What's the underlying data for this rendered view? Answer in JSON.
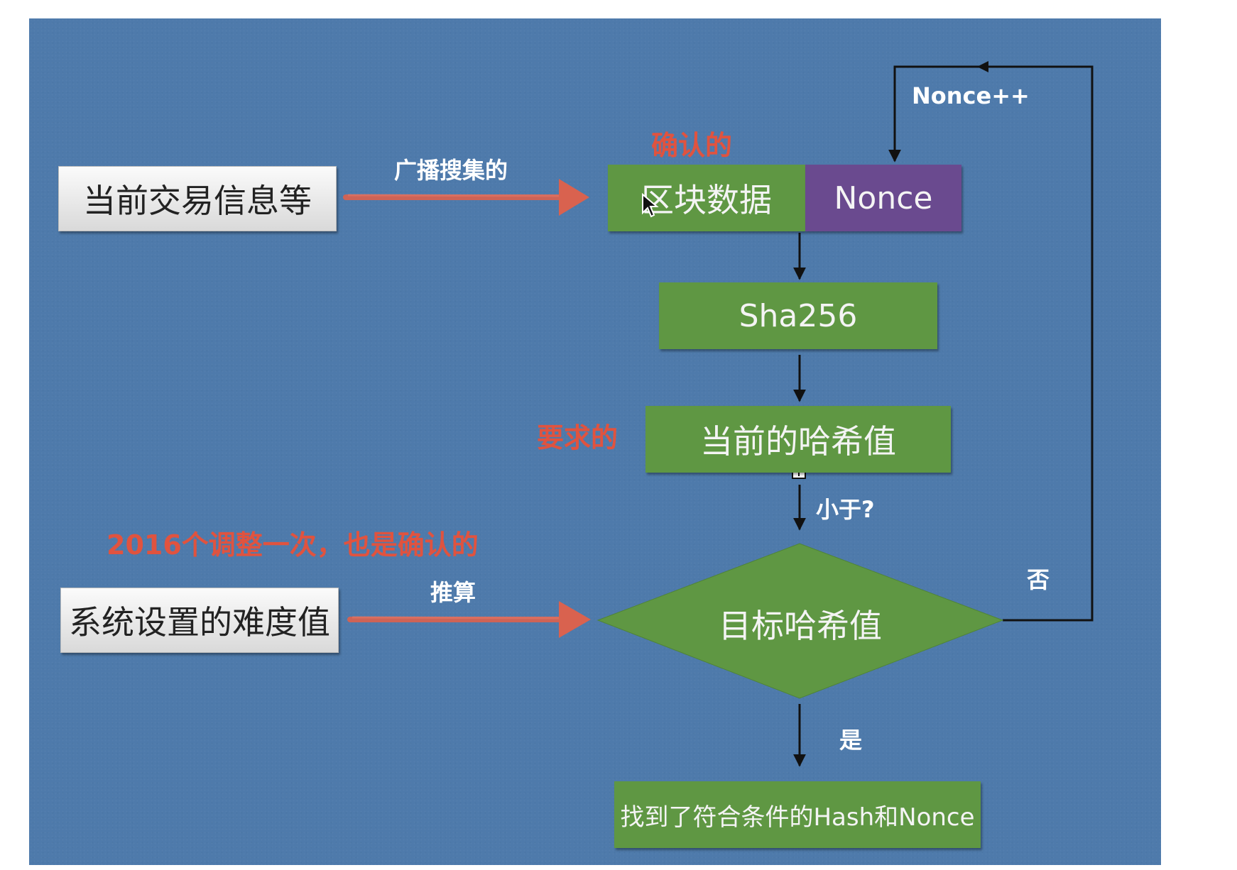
{
  "diagram": {
    "inputs": {
      "transactions": "当前交易信息等",
      "difficulty": "系统设置的难度值"
    },
    "arrow_labels": {
      "collect": "广播搜集的",
      "derive": "推算",
      "nonce_increment": "Nonce++",
      "less_than": "小于?",
      "no": "否",
      "yes": "是"
    },
    "annotations": {
      "confirmed": "确认的",
      "required": "要求的",
      "adjust": "2016个调整一次，也是确认的"
    },
    "nodes": {
      "block_data": "区块数据",
      "nonce": "Nonce",
      "sha256": "Sha256",
      "current_hash": "当前的哈希值",
      "target_hash": "目标哈希值",
      "result": "找到了符合条件的Hash和Nonce"
    },
    "colors": {
      "background": "#4e7aab",
      "green": "#5f9743",
      "purple": "#6a4a8f",
      "red": "#e0533f",
      "arrow_red": "#d9624f"
    }
  }
}
